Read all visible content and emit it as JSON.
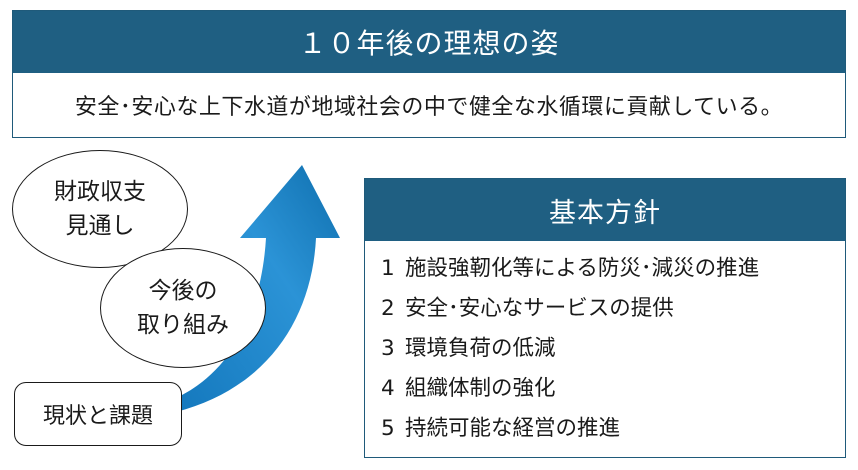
{
  "vision": {
    "title": "１０年後の理想の姿",
    "statement": "安全･安心な上下水道が地域社会の中で健全な水循環に貢献している。"
  },
  "policy": {
    "title": "基本方針",
    "items": [
      {
        "num": "1",
        "text": "施設強靭化等による防災･減災の推進"
      },
      {
        "num": "2",
        "text": "安全･安心なサービスの提供"
      },
      {
        "num": "3",
        "text": "環境負荷の低減"
      },
      {
        "num": "4",
        "text": "組織体制の強化"
      },
      {
        "num": "5",
        "text": "持続可能な経営の推進"
      }
    ]
  },
  "steps": {
    "current": "現状と課題",
    "future_line1": "今後の",
    "future_line2": "取り組み",
    "finance_line1": "財政収支",
    "finance_line2": "見通し"
  },
  "colors": {
    "header_bg": "#1f5f82",
    "arrow_light": "#3aa6e0",
    "arrow_dark": "#0f6fae"
  }
}
